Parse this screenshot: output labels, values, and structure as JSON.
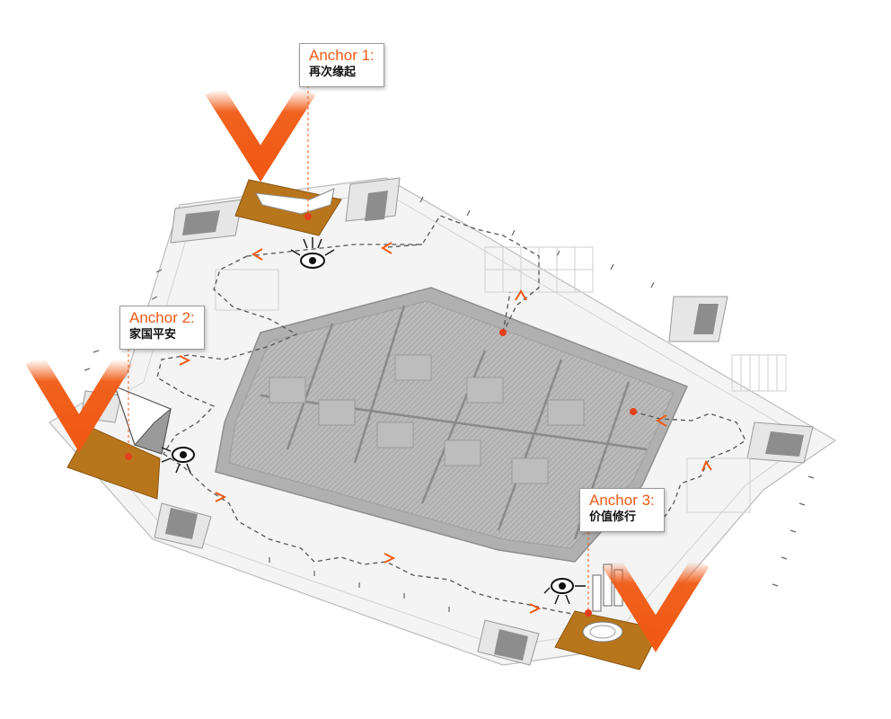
{
  "anchors": [
    {
      "title": "Anchor 1:",
      "subtitle": "再次缘起"
    },
    {
      "title": "Anchor 2:",
      "subtitle": "家国平安"
    },
    {
      "title": "Anchor 3:",
      "subtitle": "价值修行"
    }
  ],
  "colors": {
    "accent": "#f05a14",
    "anchor_pad": "#b8761c",
    "core": "#b0b0b0",
    "floor": "#f2f2f2",
    "path": "#555555"
  },
  "icons": [
    "view-eye-icon",
    "v-marker-icon",
    "direction-arrow-icon"
  ]
}
